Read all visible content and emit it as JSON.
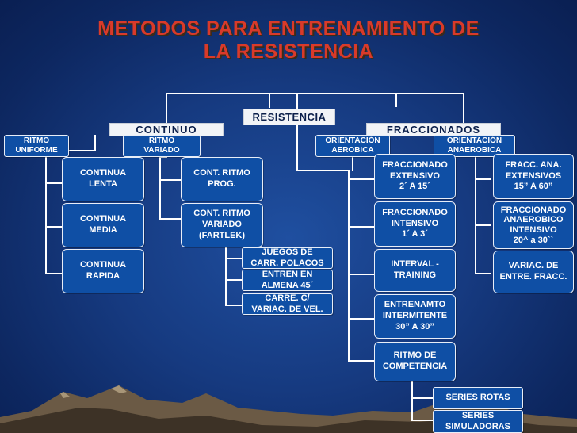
{
  "title": {
    "line1": "METODOS PARA ENTRENAMIENTO DE",
    "line2": "LA RESISTENCIA"
  },
  "root": "RESISTENCIA",
  "continuo": {
    "header": "CONTINUO",
    "ritmo_uniforme": "RITMO\nUNIFORME",
    "ritmo_variado": "RITMO\nVARIADO",
    "uniforme_items": [
      "CONTINUA\nLENTA",
      "CONTINUA\nMEDIA",
      "CONTINUA\nRAPIDA"
    ],
    "variado_items": [
      "CONT. RITMO\nPROG.",
      "CONT. RITMO\nVARIADO\n(FARTLEK)"
    ],
    "fartlek_items": [
      "JUEGOS DE\nCARR. POLACOS",
      "ENTREN EN\nALMENA 45´",
      "CARRE. C/\nVARIAC. DE VEL."
    ]
  },
  "fraccionados": {
    "header": "FRACCIONADOS",
    "orientacion_aerobica": "ORIENTACIÓN\nAEROBICA",
    "orientacion_anaerobica": "ORIENTACIÓN\nANAEROBICA",
    "aerobica_items": [
      "FRACCIONADO\nEXTENSIVO\n2´ A 15´",
      "FRACCIONADO\nINTENSIVO\n1´ A 3´",
      "INTERVAL -\nTRAINING",
      "ENTRENAMTO\nINTERMITENTE\n30”  A  30”",
      "RITMO DE\nCOMPETENCIA"
    ],
    "competencia_items": [
      "SERIES ROTAS",
      "SERIES\nSIMULADORAS"
    ],
    "anaerobica_items": [
      "FRACC. ANA.\nEXTENSIVOS\n15”  A  60”",
      "FRACCIONADO\nANAEROBICO\nINTENSIVO\n20^ a  30``",
      "VARIAC. DE\nENTRE. FRACC."
    ]
  },
  "colors": {
    "box": "#0f4fa5",
    "title": "#d93a2a",
    "line": "#ffffff",
    "header_bg": "#f2f4f7"
  }
}
